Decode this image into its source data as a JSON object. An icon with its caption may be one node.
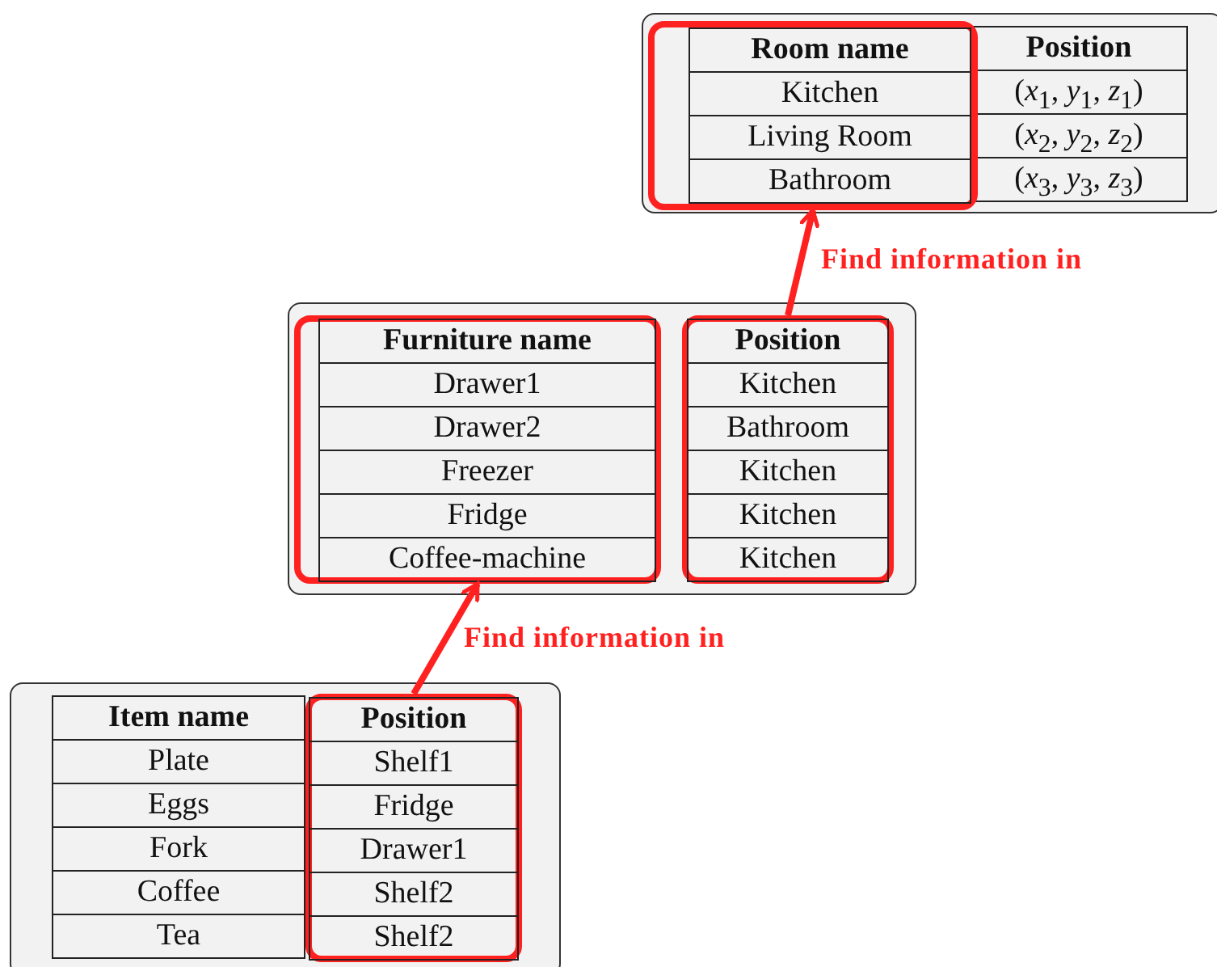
{
  "diagram": {
    "nodes": [
      {
        "text": [],
        "shape": "box"
      },
      {
        "text": [
          "Room name",
          "Kitchen",
          "Living Room",
          "Bathroom"
        ],
        "in": 0
      },
      {
        "text": [],
        "shape": "box"
      },
      {
        "text": [
          "Furniture name",
          "Drawer1",
          "Drawer2",
          "Freezer",
          "Fridge",
          "Coffee-machine"
        ],
        "in": 2
      },
      {
        "text": [
          "Position",
          "Kitchen",
          "Bathroom",
          "Kitchen",
          "Kitchen",
          "Kitchen"
        ],
        "in": 2
      },
      {
        "text": [],
        "shape": "box"
      },
      {
        "text": [
          "Position",
          "Shelf1",
          "Fridge",
          "Drawer1",
          "Shelf2",
          "Shelf2"
        ],
        "in": 5
      }
    ],
    "edges": [
      {
        "from": 4,
        "to": 1,
        "arrow": "to",
        "label": "Find information in"
      },
      {
        "from": 6,
        "to": 3,
        "arrow": "to",
        "label": "Find information in"
      }
    ],
    "labels": [
      "Position",
      "(*x*$_{1}$, *y*$_{1}$, *z*$_{1}$)",
      "(*x*$_{2}$, *y*$_{2}$, *z*$_{2}$)",
      "(*x*$_{3}$, *y*$_{3}$, *z*$_{3}$)",
      "Item name",
      "Plate",
      "Eggs",
      "Fork",
      "Coffee",
      "Tea"
    ]
  }
}
